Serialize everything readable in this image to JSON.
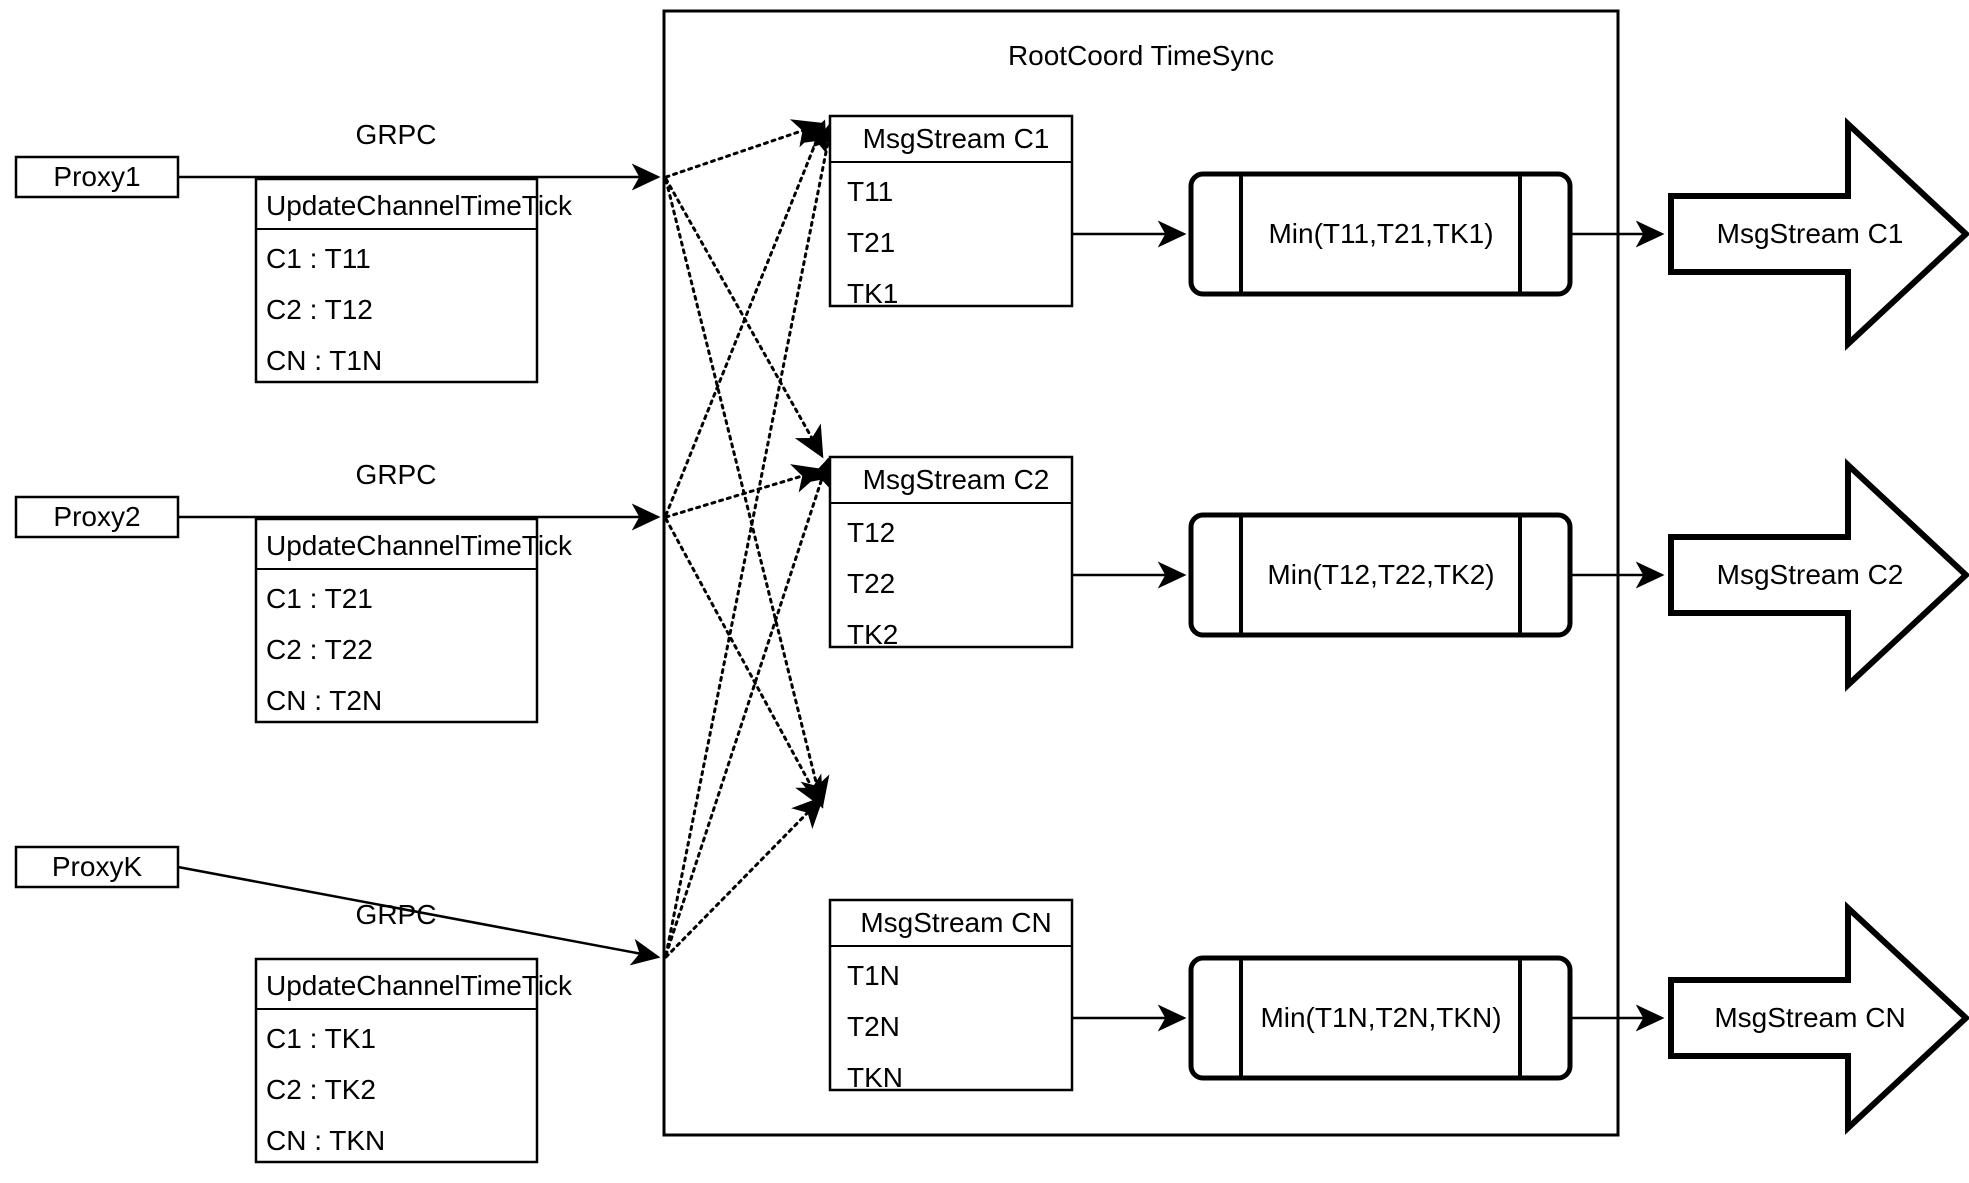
{
  "diagram": {
    "title": "RootCoord TimeSync",
    "container_label": "RootCoord TimeSync"
  },
  "proxies": [
    {
      "name": "Proxy1",
      "link_label": "GRPC",
      "request": {
        "header": "UpdateChannelTimeTick",
        "rows": [
          "C1 :  T11",
          "C2 :  T12",
          "CN : T1N"
        ]
      }
    },
    {
      "name": "Proxy2",
      "link_label": "GRPC",
      "request": {
        "header": "UpdateChannelTimeTick",
        "rows": [
          "C1 :  T21",
          "C2 :  T22",
          "CN : T2N"
        ]
      }
    },
    {
      "name": "ProxyK",
      "link_label": "GRPC",
      "request": {
        "header": "UpdateChannelTimeTick",
        "rows": [
          "C1 :  TK1",
          "C2 :  TK2",
          "CN : TKN"
        ]
      }
    }
  ],
  "channels": [
    {
      "stream": {
        "header": "MsgStream C1",
        "rows": [
          "T11",
          "T21",
          "TK1"
        ]
      },
      "min": "Min(T11,T21,TK1)",
      "output": "MsgStream C1"
    },
    {
      "stream": {
        "header": "MsgStream C2",
        "rows": [
          "T12",
          "T22",
          "TK2"
        ]
      },
      "min": "Min(T12,T22,TK2)",
      "output": "MsgStream C2"
    },
    {
      "stream": {
        "header": "MsgStream CN",
        "rows": [
          "T1N",
          "T2N",
          "TKN"
        ]
      },
      "min": "Min(T1N,T2N,TKN)",
      "output": "MsgStream CN"
    }
  ],
  "colors": {
    "stroke": "#000000",
    "background": "#ffffff"
  }
}
